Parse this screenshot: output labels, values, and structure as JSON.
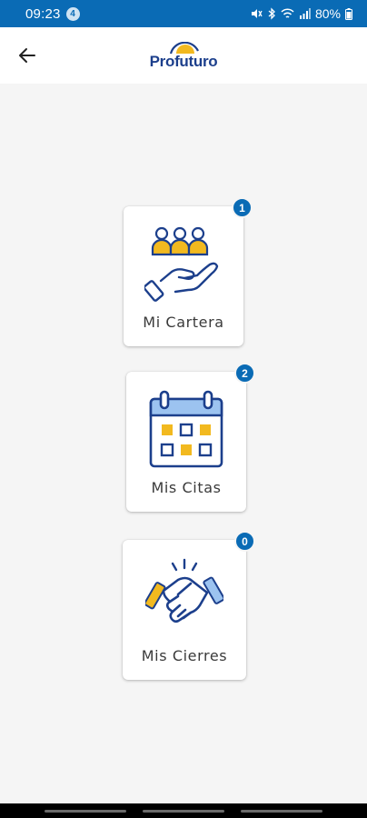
{
  "status_bar": {
    "time": "09:23",
    "notification_count": "4",
    "battery_percent": "80%"
  },
  "header": {
    "brand": "Profuturo",
    "back_icon": "arrow-left-icon"
  },
  "menu": [
    {
      "label": "Mi Cartera",
      "badge": "1",
      "icon": "hand-people-icon"
    },
    {
      "label": "Mis Citas",
      "badge": "2",
      "icon": "calendar-icon"
    },
    {
      "label": "Mis Cierres",
      "badge": "0",
      "icon": "handshake-icon"
    }
  ],
  "colors": {
    "primary_blue": "#0a6bb5",
    "navy": "#1c3f8c",
    "accent_yellow": "#f2b91f",
    "light_blue": "#9cc3f0",
    "background": "#f5f5f5"
  }
}
